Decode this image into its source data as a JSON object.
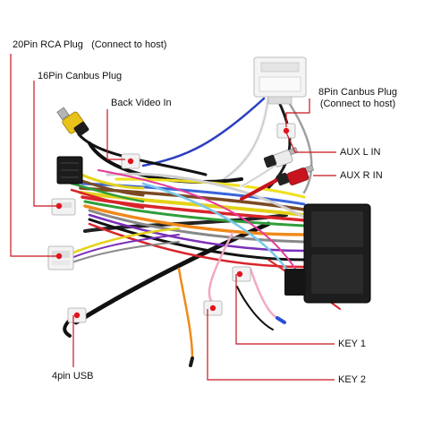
{
  "labels": {
    "rca_20pin": "20Pin RCA Plug",
    "rca_20pin_note": "(Connect to host)",
    "canbus_16pin": "16Pin Canbus Plug",
    "back_video": "Back Video In",
    "canbus_8pin": "8Pin Canbus Plug",
    "canbus_8pin_note": "(Connect to host)",
    "aux_l": "AUX L IN",
    "aux_r": "AUX R IN",
    "key1": "KEY 1",
    "key2": "KEY 2",
    "usb_4pin": "4pin  USB"
  },
  "colors": {
    "callout_line": "#c8141e",
    "callout_dot": "#e0141e",
    "connector_black": "#1a1a1a",
    "connector_white": "#f2f2f2",
    "rca_yellow": "#e8c21a",
    "rca_red": "#c8141e"
  }
}
